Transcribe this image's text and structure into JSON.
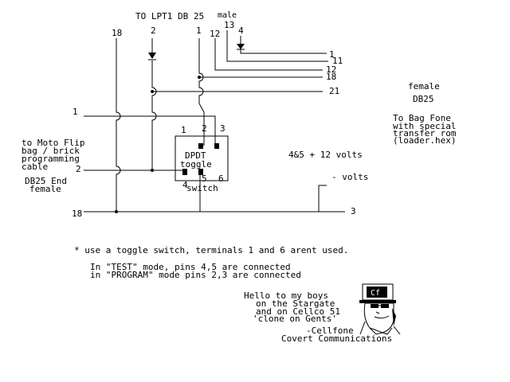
{
  "title": "TO LPT1 DB 25",
  "lpt_gender": "male",
  "pins": {
    "p18": "18",
    "p2": "2",
    "p1": "1",
    "p12": "12",
    "p13": "13",
    "p4": "4",
    "r1": "1",
    "r11": "11",
    "r12": "12",
    "r18": "18",
    "r21": "21",
    "l1": "1",
    "l2": "2",
    "l18": "18",
    "r3": "3"
  },
  "switch": {
    "t1": "1",
    "t2": "2",
    "t3": "3",
    "t4": "4",
    "t5": "5",
    "t6": "6",
    "line1": "DPDT",
    "line2": "toggle",
    "line3": "switch"
  },
  "left_note": [
    "to Moto Flip",
    "bag / brick",
    "programming",
    "cable"
  ],
  "db25_end": [
    "DB25 End",
    "female"
  ],
  "right_note": {
    "female": "female",
    "db25": "DB25",
    "lines": [
      "To Bag Fone",
      "with special",
      "transfer rom",
      "(loader.hex)"
    ]
  },
  "voltage_plus": "4&5 + 12 volts",
  "voltage_minus": "- volts",
  "notes": [
    "* use a toggle switch, terminals 1 and 6 arent used.",
    "In \"TEST\" mode, pins 4,5 are connected",
    "in \"PROGRAM\" mode pins 2,3 are connected"
  ],
  "greeting": [
    "Hello to my boys",
    "on the Stargate",
    "and on Cellco 51",
    "'clone on Gents'"
  ],
  "signature": [
    "-Cellfone",
    "Covert Communications"
  ],
  "logo_text": "Cf"
}
